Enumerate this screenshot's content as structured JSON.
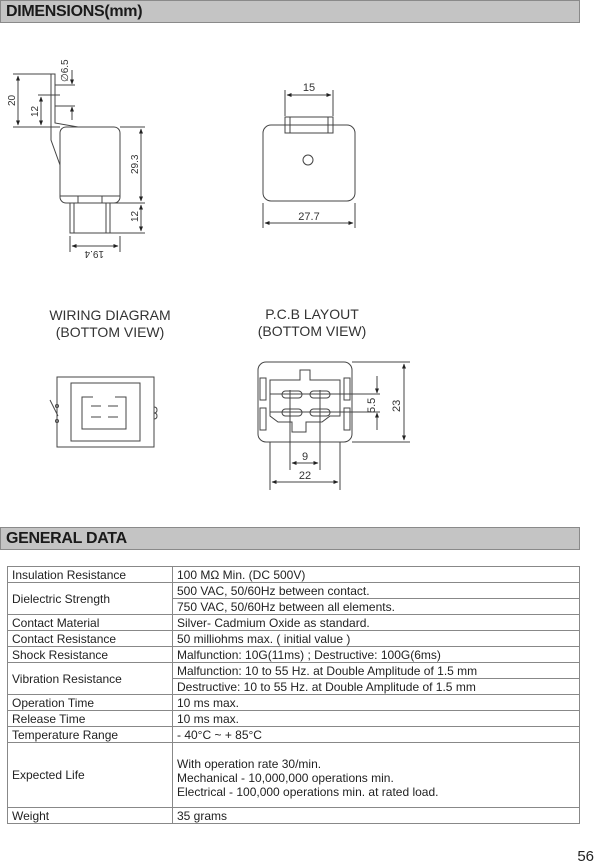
{
  "sections": {
    "dimensions": "DIMENSIONS(mm)",
    "general": "GENERAL DATA"
  },
  "side_view": {
    "d1": "∅6.5",
    "d2": "20",
    "d3": "12",
    "d4": "29.3",
    "d5": "12",
    "d6": "19.4"
  },
  "top_view": {
    "d1": "15",
    "d2": "27.7"
  },
  "wiring": {
    "title1": "WIRING DIAGRAM",
    "title2": "(BOTTOM VIEW)"
  },
  "pcb": {
    "title1": "P.C.B LAYOUT",
    "title2": "(BOTTOM VIEW)",
    "d1": "5.5",
    "d2": "23",
    "d3": "9",
    "d4": "22"
  },
  "general_data": [
    {
      "label": "Insulation Resistance",
      "values": [
        "100 MΩ Min. (DC 500V)"
      ]
    },
    {
      "label": "Dielectric Strength",
      "values": [
        "500 VAC, 50/60Hz between contact.",
        "750 VAC, 50/60Hz between all elements."
      ]
    },
    {
      "label": "Contact Material",
      "values": [
        "Silver- Cadmium Oxide as standard."
      ]
    },
    {
      "label": "Contact Resistance",
      "values": [
        "50 milliohms max. ( initial value )"
      ]
    },
    {
      "label": "Shock Resistance",
      "values": [
        "Malfunction: 10G(11ms) ; Destructive: 100G(6ms)"
      ]
    },
    {
      "label": "Vibration Resistance",
      "values": [
        "Malfunction: 10 to 55 Hz. at Double Amplitude of 1.5 mm",
        "Destructive: 10 to 55 Hz. at Double Amplitude of 1.5 mm"
      ]
    },
    {
      "label": "Operation Time",
      "values": [
        "10 ms max."
      ]
    },
    {
      "label": "Release Time",
      "values": [
        "10 ms max."
      ]
    },
    {
      "label": "Temperature Range",
      "values": [
        "- 40°C ~ + 85°C"
      ]
    },
    {
      "label": "Expected Life",
      "values": [
        "With operation rate 30/min.",
        "Mechanical - 10,000,000 operations min.",
        "Electrical - 100,000 operations min. at rated load."
      ]
    },
    {
      "label": "Weight",
      "values": [
        "35  grams"
      ]
    }
  ],
  "page_number": "56"
}
